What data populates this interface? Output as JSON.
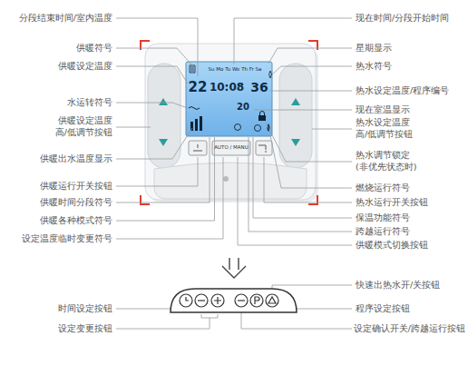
{
  "diagram": {
    "labels": [
      "分段结束时间/室内温度",
      "供暖符号",
      "供暖设定温度",
      "水运转符号",
      "供暖设定温度 高/低调节按钮",
      "供暖出水温度显示",
      "供暖运行开关按钮",
      "供暖时间分段符号",
      "供暖各种模式符号",
      "设定温度临时变更符号",
      "现在时间/分段开始时间",
      "星期显示",
      "热水符号",
      "热水设定温度/程序编号",
      "现在室温显示",
      "热水设定温度 高/低调节按钮",
      "热水调节锁定 (非优先状态时)",
      "燃烧运行符号",
      "热水运行开关按钮",
      "保温功能符号",
      "跨越运行符号",
      "供暖模式切换按钮",
      "时间设定按钮",
      "设定变更按钮",
      "快速出热水开/关按钮",
      "程序设定按钮",
      "设定确认开关/跨越运行按钮",
      "Su Mo Tu We Th Fr Sa",
      "22",
      "10:08",
      "36",
      "20",
      "AUTO / MANU"
    ]
  }
}
